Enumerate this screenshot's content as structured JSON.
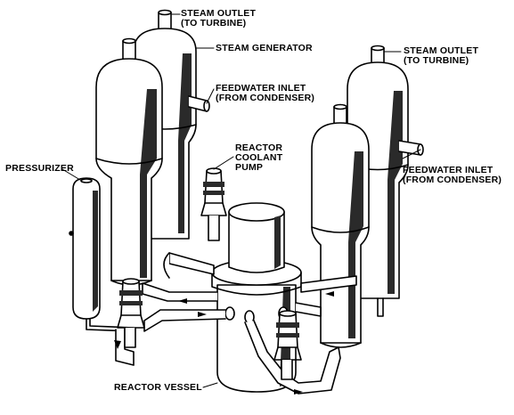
{
  "labels": {
    "steam_outlet_left": [
      "STEAM OUTLET",
      "(TO TURBINE)"
    ],
    "steam_generator": "STEAM GENERATOR",
    "feedwater_inlet_left": [
      "FEEDWATER INLET",
      "(FROM CONDENSER)"
    ],
    "reactor_coolant_pump": [
      "REACTOR",
      "COOLANT",
      "PUMP"
    ],
    "pressurizer": "PRESSURIZER",
    "steam_outlet_right": [
      "STEAM OUTLET",
      "(TO TURBINE)"
    ],
    "feedwater_inlet_right": [
      "FEEDWATER INLET",
      "(FROM CONDENSER)"
    ],
    "reactor_vessel": "REACTOR VESSEL"
  },
  "colors": {
    "ink": "#000000",
    "body": "#ffffff",
    "shade": "#2a2a2a"
  }
}
